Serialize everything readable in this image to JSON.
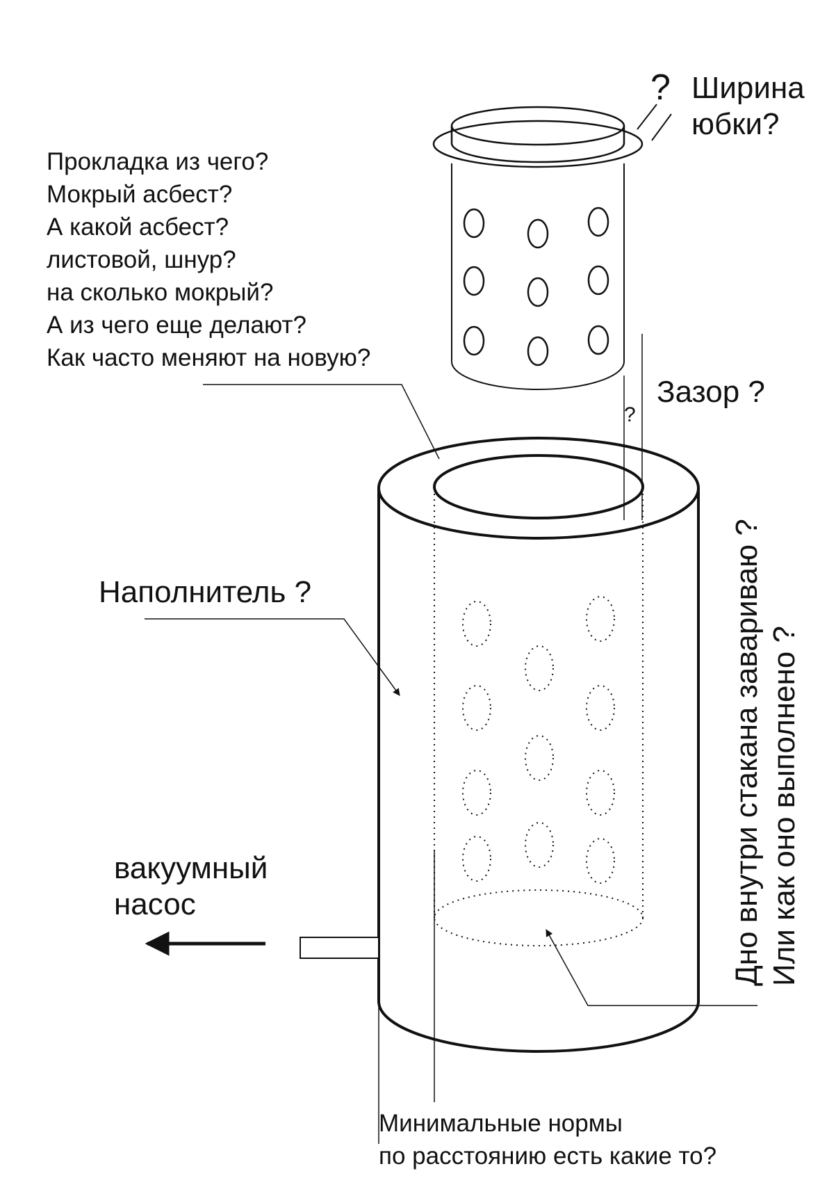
{
  "labels": {
    "skirt_width": [
      "Ширина",
      "юбки?"
    ],
    "skirt_question": "?",
    "gasket": [
      "Прокладка из чего?",
      "Мокрый асбест?",
      "А какой асбест?",
      "листовой, шнур?",
      "на сколько мокрый?",
      "А из чего еще делают?",
      "Как часто меняют на новую?"
    ],
    "gap": "Зазор ?",
    "gap_question": "?",
    "filler": "Наполнитель ?",
    "vacuum_pump": [
      "вакуумный",
      "насос"
    ],
    "bottom_inside": [
      "Дно внутри стакана завариваю ?",
      "Или как оно выполнено ?"
    ],
    "min_norms": [
      "Минимальные нормы",
      "по расстоянию есть какие то?"
    ]
  },
  "colors": {
    "ink": "#111111",
    "background": "#ffffff"
  }
}
